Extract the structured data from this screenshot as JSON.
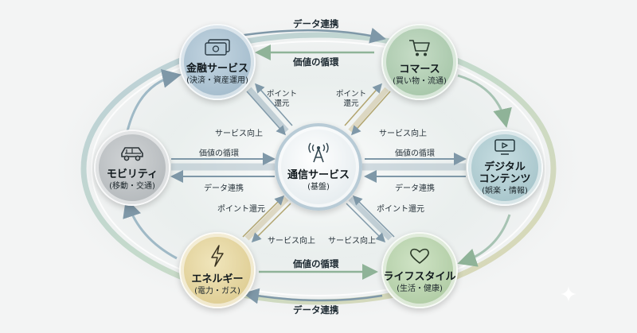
{
  "center": {
    "title": "通信サービス",
    "sub": "(基盤)",
    "icon": "antenna-icon"
  },
  "nodes": {
    "finance": {
      "title": "金融サービス",
      "sub": "(決済・資産運用)",
      "icon": "banknote-icon"
    },
    "commerce": {
      "title": "コマース",
      "sub": "(買い物・流通)",
      "icon": "shopping-cart-icon"
    },
    "mobility": {
      "title": "モビリティ",
      "sub": "(移動・交通)",
      "icon": "car-icon"
    },
    "digital": {
      "title": "デジタル",
      "title2": "コンテンツ",
      "sub": "(娯楽・情報)",
      "icon": "tv-icon"
    },
    "energy": {
      "title": "エネルギー",
      "sub": "(電力・ガス)",
      "icon": "lightning-icon"
    },
    "lifestyle": {
      "title": "ライフスタイル",
      "sub": "(生活・健康)",
      "icon": "heart-icon"
    }
  },
  "labels": {
    "data_link": "データ連携",
    "value_cycle": "価値の循環",
    "service_up": "サービス向上",
    "point_return": "ポイント還元",
    "point": "ポイント",
    "return": "還元"
  },
  "colors": {
    "center": "#e9eef0",
    "finance": "#a7bfd0",
    "commerce": "#a9c8ab",
    "mobility": "#b7bbbe",
    "digital": "#a9c6cb",
    "energy": "#e5d59f",
    "lifestyle": "#b2d0a6",
    "spoke": "#8aa4b4"
  }
}
